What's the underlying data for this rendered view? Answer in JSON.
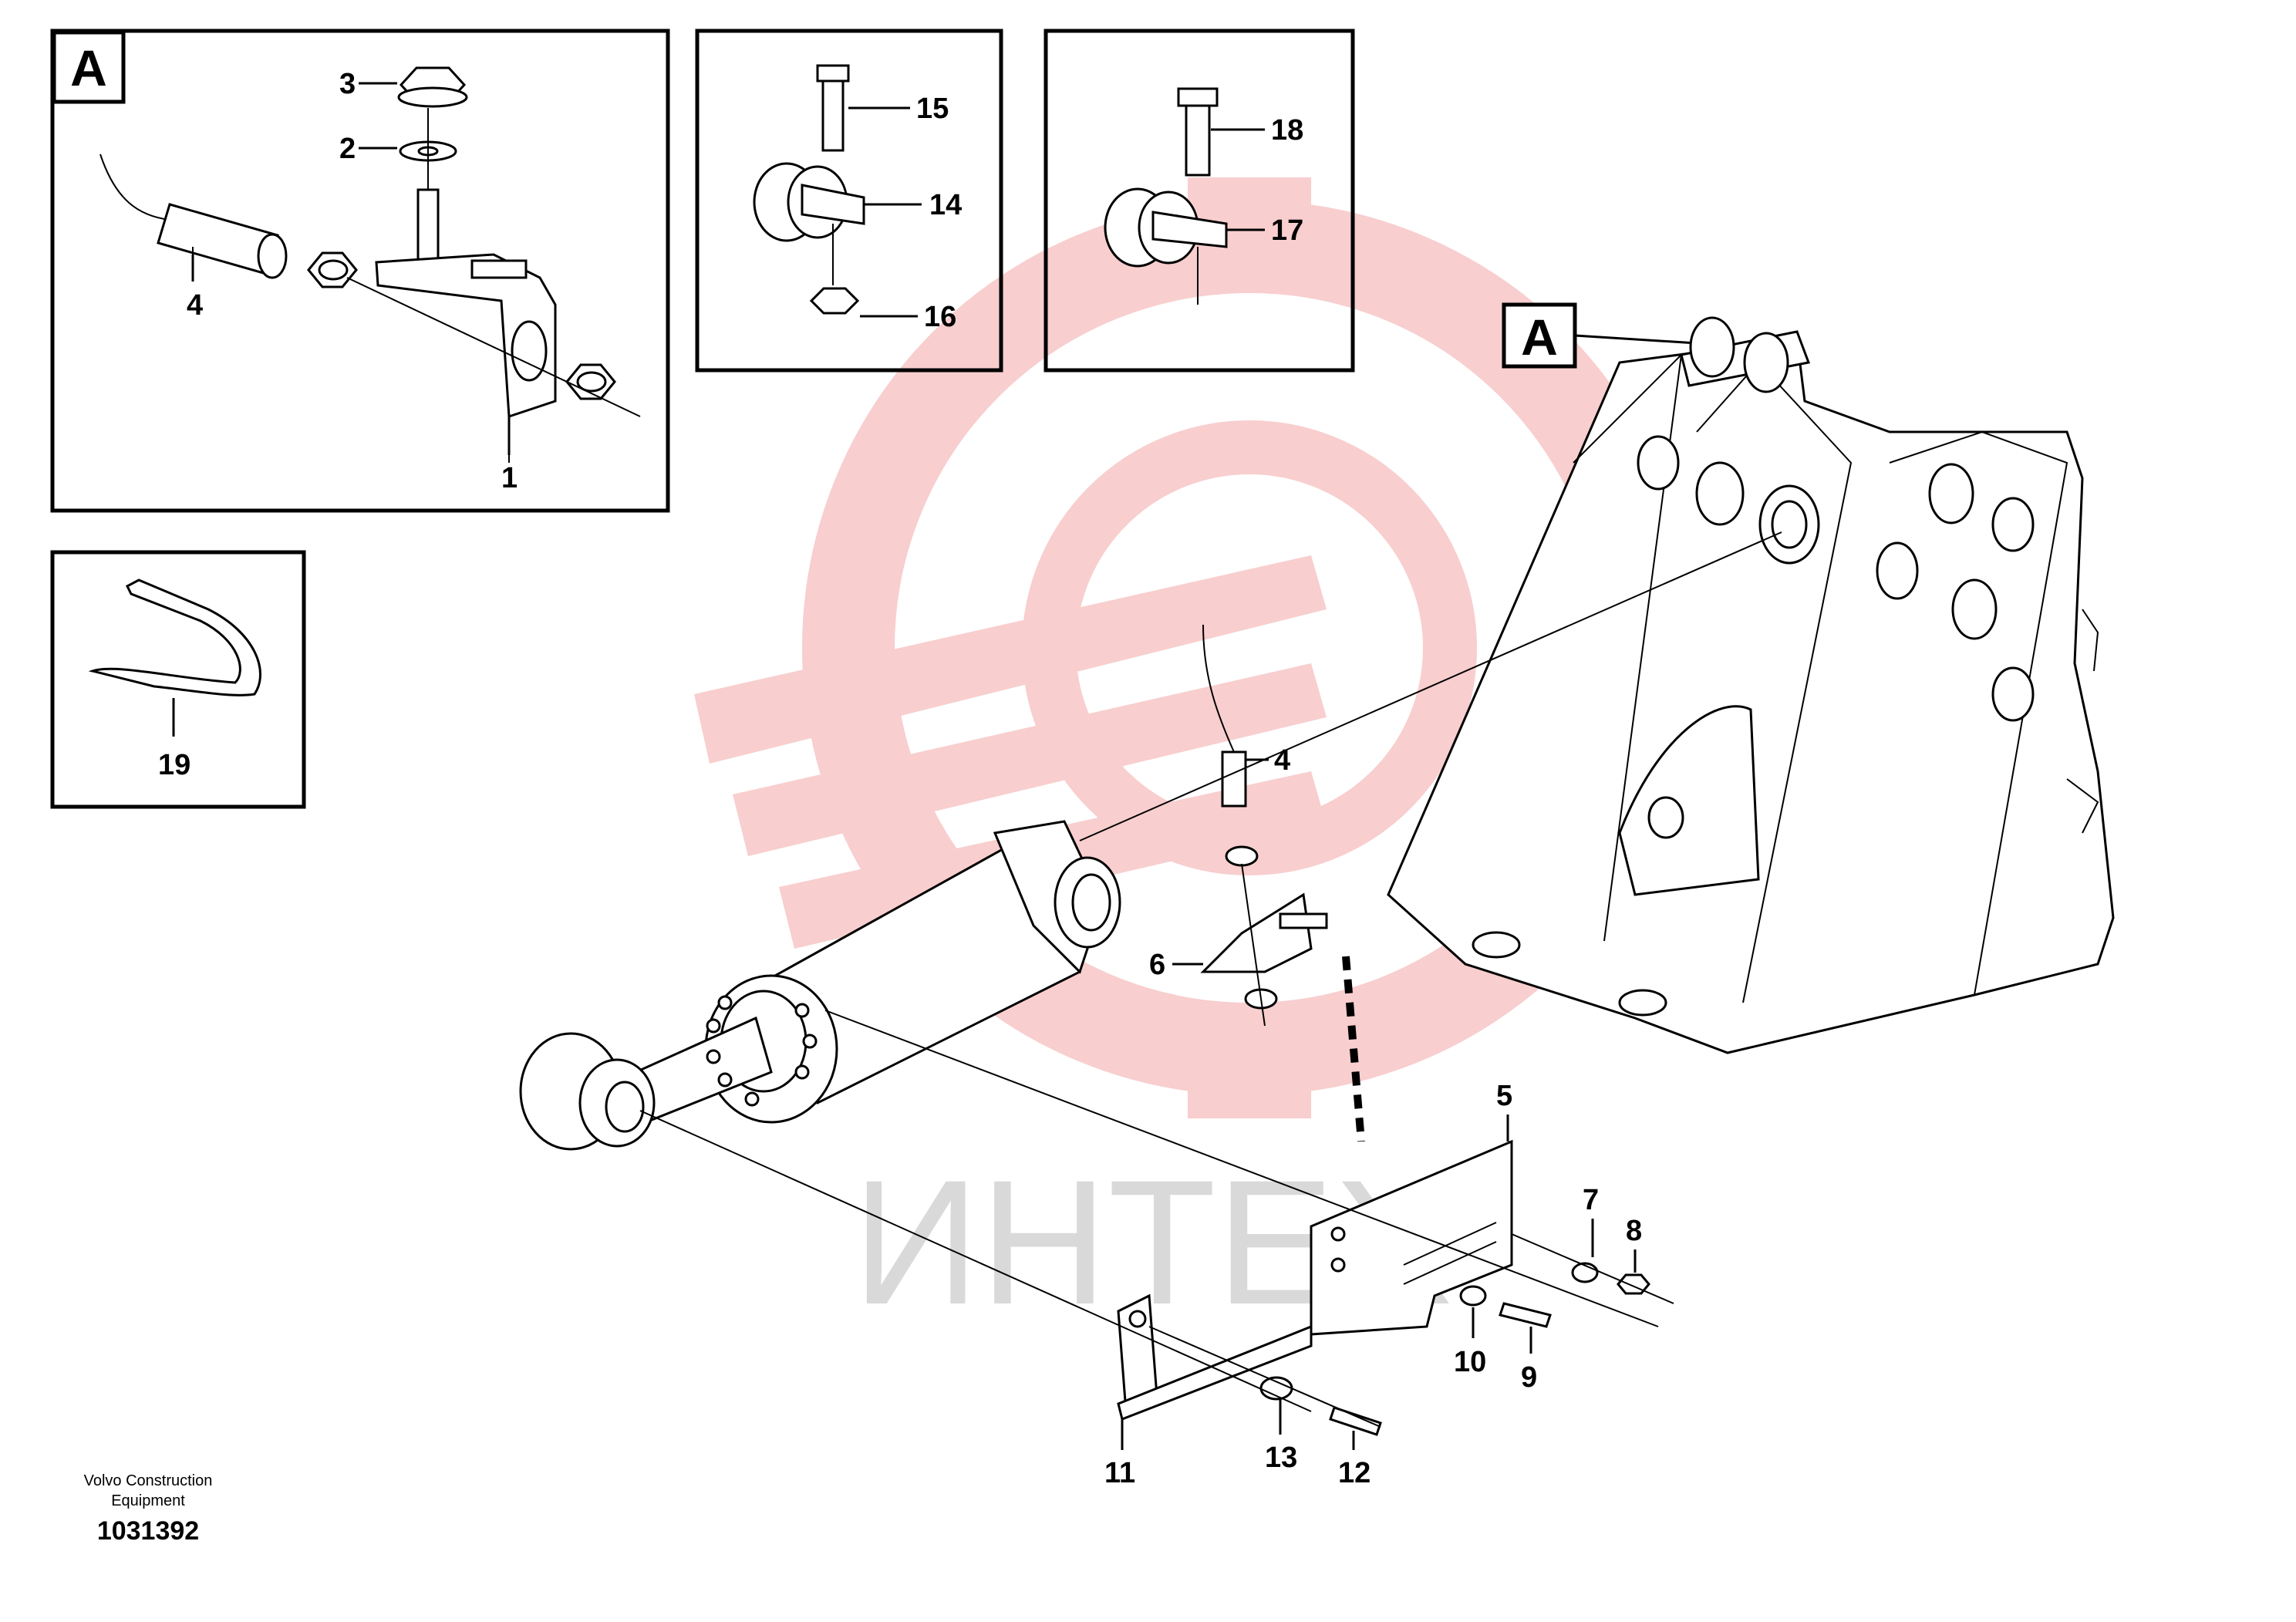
{
  "watermark": {
    "text": "ИНТЕХ",
    "logo_color": "#f7c6c6",
    "text_color": "#d9d9d9"
  },
  "inset_a": {
    "tag": "A",
    "labels": [
      "3",
      "2",
      "4",
      "1"
    ]
  },
  "inset_bracket_b": {
    "labels": [
      "15",
      "14",
      "16"
    ]
  },
  "inset_bracket_c": {
    "labels": [
      "18",
      "17"
    ]
  },
  "inset_tie": {
    "labels": [
      "19"
    ]
  },
  "main": {
    "frame_tag": "A",
    "labels": [
      "4",
      "6",
      "5",
      "7",
      "8",
      "10",
      "9",
      "11",
      "13",
      "12"
    ]
  },
  "footer": {
    "company_line1": "Volvo Construction",
    "company_line2": "Equipment",
    "doc_number": "1031392"
  }
}
